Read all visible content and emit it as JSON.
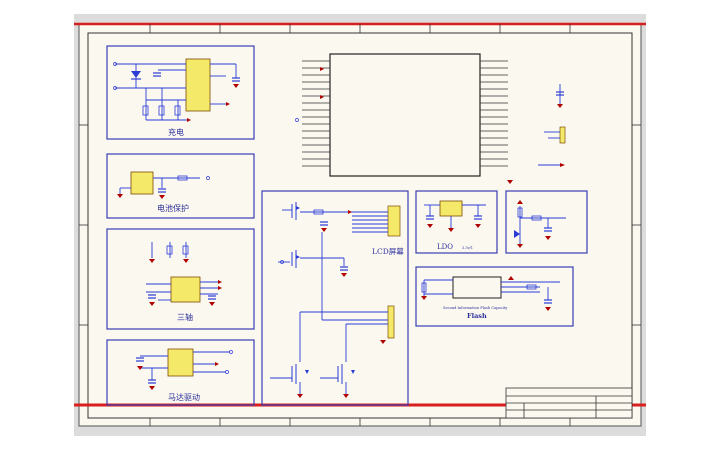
{
  "sheet": {
    "paper_color": "#fbf8f0",
    "border_color": "#3a3a3a",
    "box_color": "#3b3fb3",
    "wire_color": "#2a3bd6",
    "comp_fill": "#f5e96a",
    "power_color": "#b00000",
    "red_bar": "#d81e1e"
  },
  "blocks": {
    "charge": {
      "label": "充电"
    },
    "battery_protect": {
      "label": "电池保护"
    },
    "triaxial": {
      "label": "三轴"
    },
    "motor_drive": {
      "label": "马达驱动"
    },
    "lcd": {
      "label": "LCD屏幕"
    },
    "ldo": {
      "label": "LDO",
      "sublabel": "3.3v/1"
    },
    "flash": {
      "label": "Flash",
      "sublabel": "Second Information Flash Capacity"
    }
  }
}
